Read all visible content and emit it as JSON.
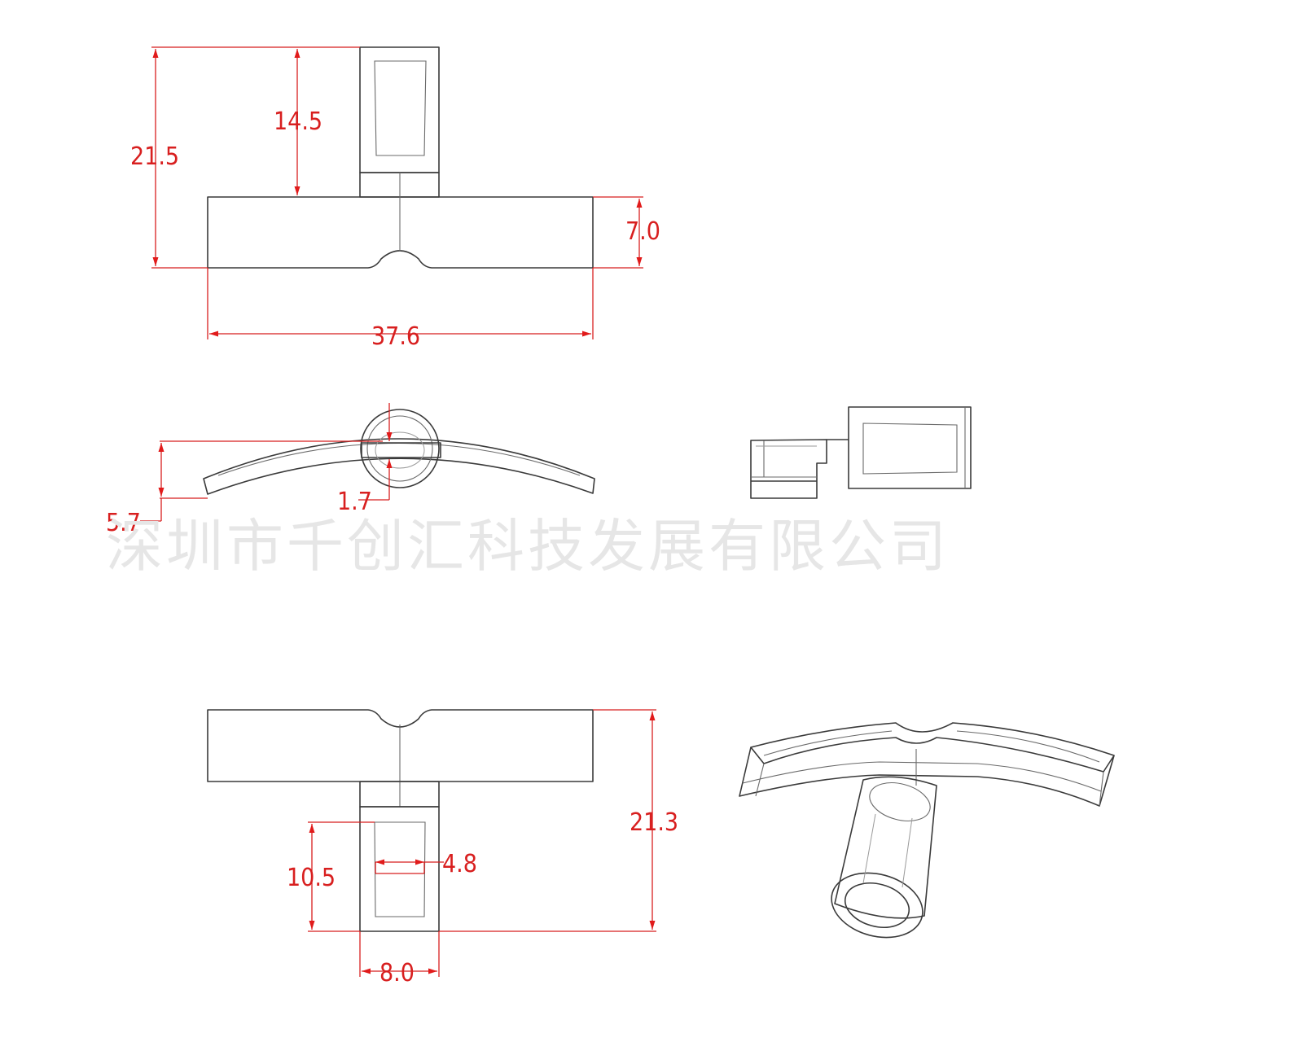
{
  "watermark": "深圳市千创汇科技发展有限公司",
  "dimensions": {
    "front_total_height": "21.5",
    "front_stem_height": "14.5",
    "front_bar_height": "7.0",
    "front_bar_width": "37.6",
    "top_curve_rise": "5.7",
    "top_thickness": "1.7",
    "bottom_total_height": "21.3",
    "bottom_stem_height": "10.5",
    "bottom_bore_width": "4.8",
    "bottom_stem_width": "8.0"
  },
  "colors": {
    "dimension": "#d81f1f",
    "outline": "#3a3a3a",
    "watermark": "#e6e6e6"
  }
}
